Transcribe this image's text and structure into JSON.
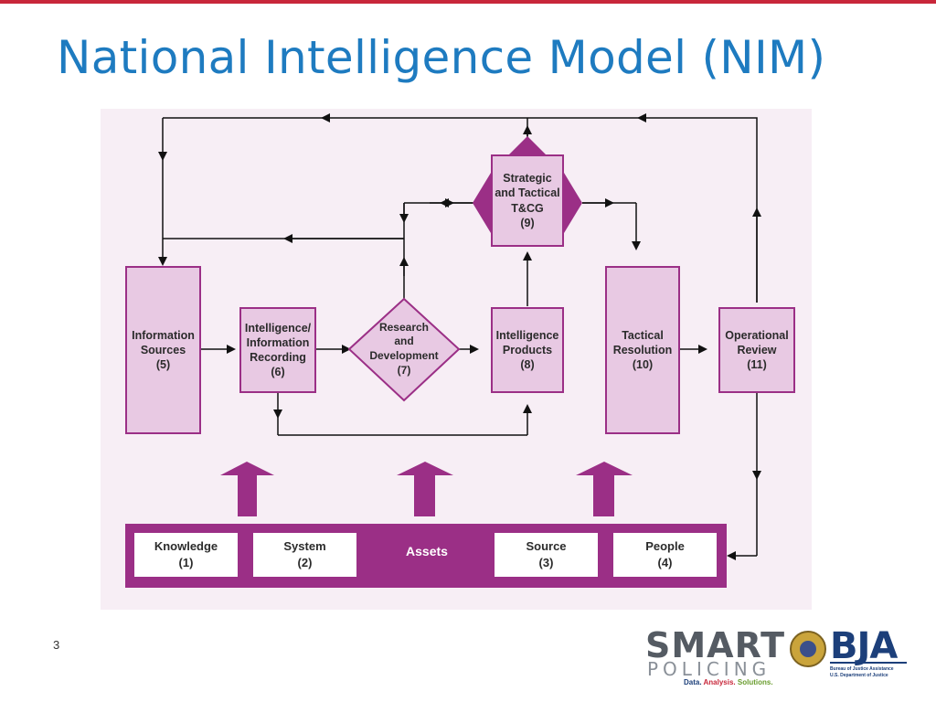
{
  "slide": {
    "title": "National Intelligence Model (NIM)",
    "page_number": "3"
  },
  "diagram": {
    "nodes": {
      "information_sources": "Information\nSources\n(5)",
      "recording": "Intelligence/\nInformation\nRecording\n(6)",
      "research": "Research\nand\nDevelopment\n(7)",
      "products": "Intelligence\nProducts\n(8)",
      "tcg": "Strategic\nand Tactical\nT&CG\n(9)",
      "tactical_resolution": "Tactical\nResolution\n(10)",
      "operational_review": "Operational\nReview\n(11)"
    },
    "assets": {
      "label": "Assets",
      "items": [
        "Knowledge\n(1)",
        "System\n(2)",
        "Source\n(3)",
        "People\n(4)"
      ]
    },
    "colors": {
      "purple": "#9b2f86",
      "light_purple": "#e8c9e3",
      "background": "#f7eef5"
    }
  },
  "logos": {
    "smart": {
      "line1": "SMART",
      "line2": "POLICING",
      "tag1": "Data.",
      "tag2": "Analysis.",
      "tag3": "Solutions."
    },
    "bja": {
      "name": "BJA",
      "sub1": "Bureau of Justice Assistance",
      "sub2": "U.S. Department of Justice"
    }
  }
}
